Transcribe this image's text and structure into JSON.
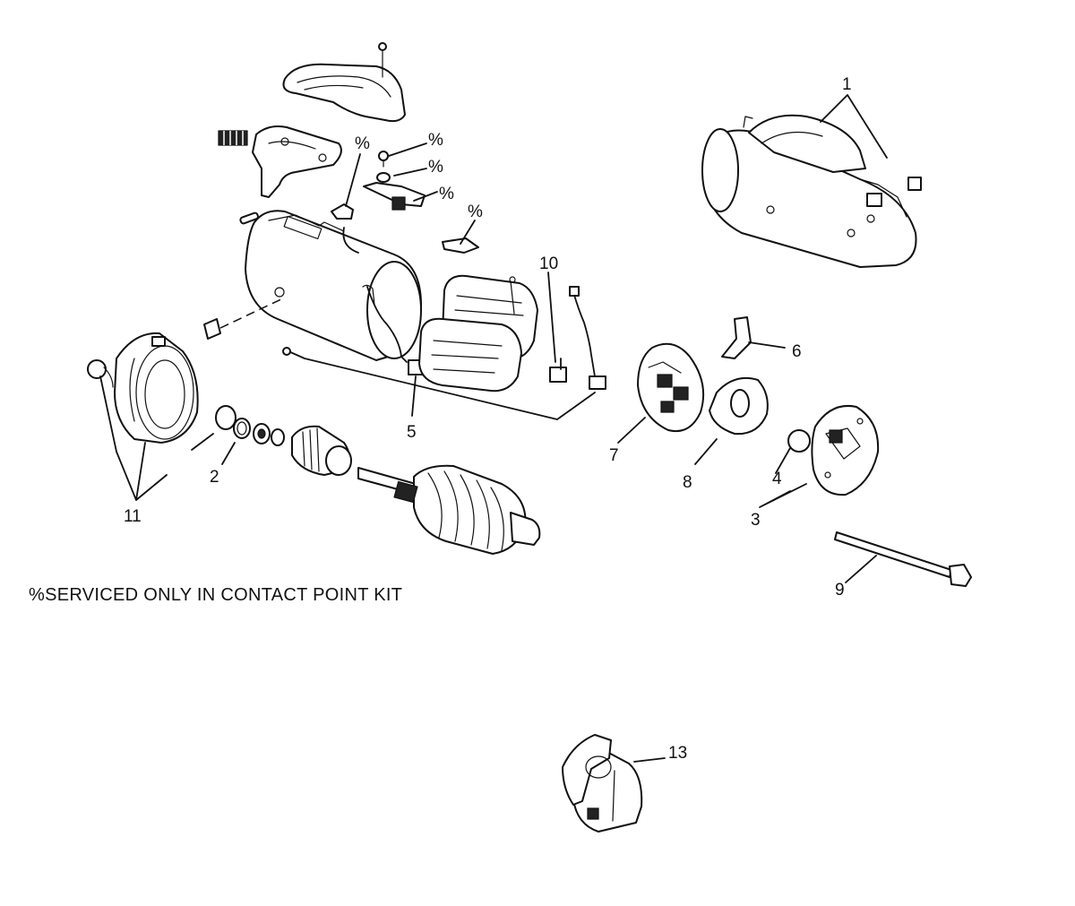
{
  "diagram": {
    "note": "%SERVICED ONLY IN CONTACT POINT KIT",
    "callouts": {
      "c1": "1",
      "c2": "2",
      "c3": "3",
      "c4": "4",
      "c5": "5",
      "c6": "6",
      "c7": "7",
      "c8": "8",
      "c9": "9",
      "c10": "10",
      "c11": "11",
      "c13": "13"
    },
    "percent_mark": "%"
  }
}
